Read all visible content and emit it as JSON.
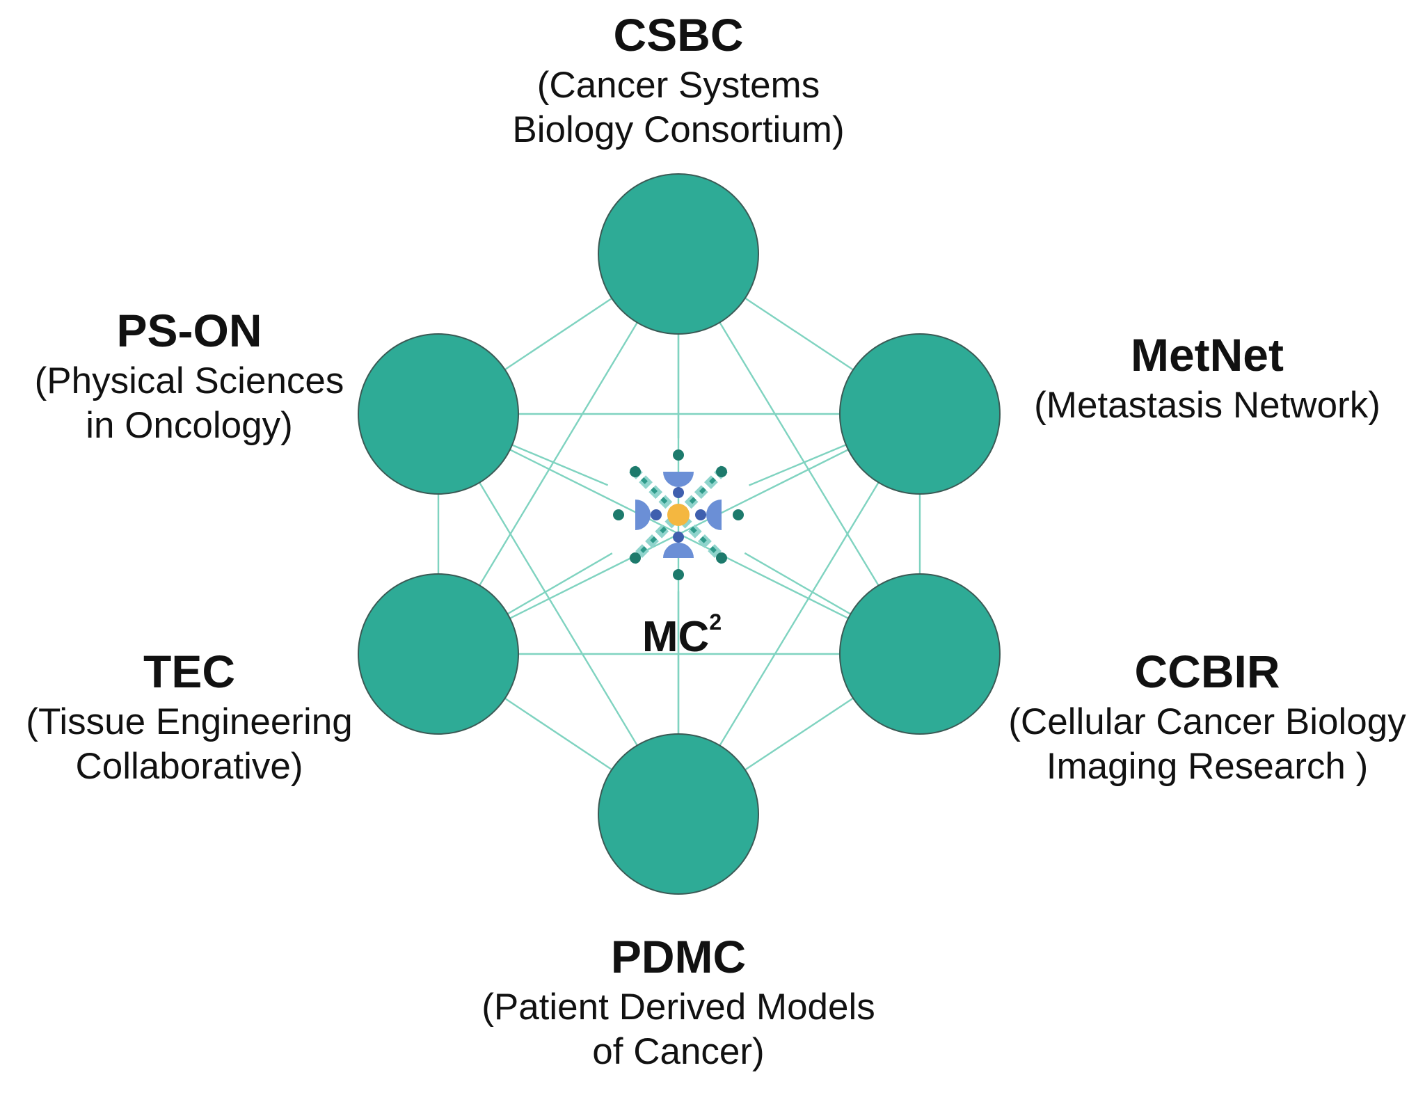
{
  "nodes": [
    {
      "id": "csbc",
      "abbr": "CSBC",
      "full": "(Cancer Systems\nBiology Consortium)"
    },
    {
      "id": "metnet",
      "abbr": "MetNet",
      "full": "(Metastasis Network)"
    },
    {
      "id": "ccbir",
      "abbr": "CCBIR",
      "full": "(Cellular Cancer Biology\nImaging Research )"
    },
    {
      "id": "pdmc",
      "abbr": "PDMC",
      "full": "(Patient Derived Models\nof Cancer)"
    },
    {
      "id": "tec",
      "abbr": "TEC",
      "full": "(Tissue Engineering\nCollaborative)"
    },
    {
      "id": "pson",
      "abbr": "PS-ON",
      "full": "(Physical Sciences\nin Oncology)"
    }
  ],
  "hub": {
    "label": "MC",
    "superscript": "2"
  },
  "colors": {
    "node_fill": "#2eab96",
    "edge": "#7fd3c0",
    "logo_orange": "#f4b740",
    "logo_blue": "#6b8fd6",
    "logo_teal": "#1d7a6c"
  }
}
